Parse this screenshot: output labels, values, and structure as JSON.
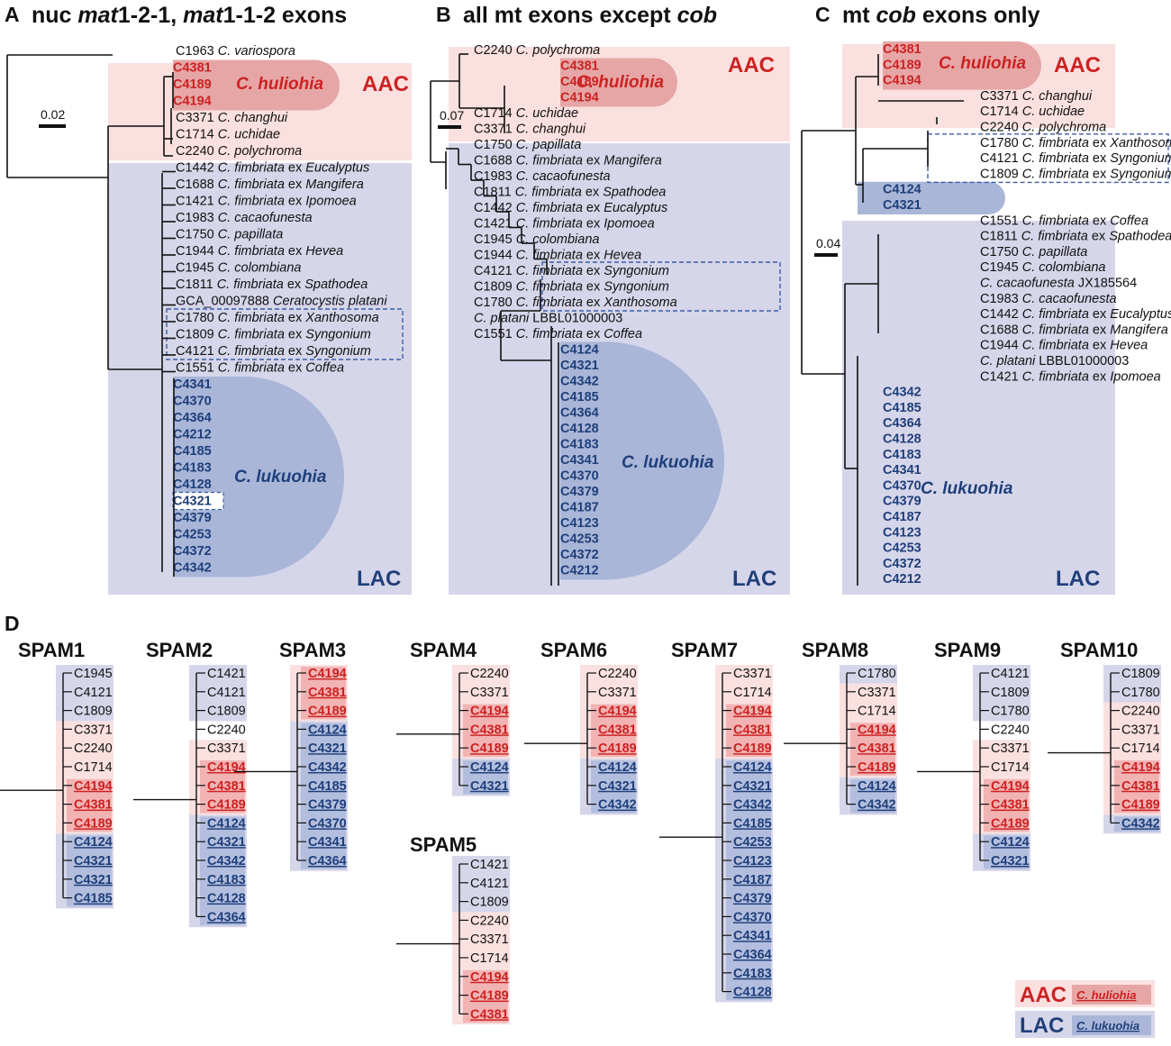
{
  "panels": [
    {
      "letter": "A",
      "title_parts": [
        {
          "t": "nuc ",
          "i": false
        },
        {
          "t": "mat",
          "i": true
        },
        {
          "t": "1-2-1, ",
          "i": false
        },
        {
          "t": "mat",
          "i": true
        },
        {
          "t": "1-1-2 exons",
          "i": false
        }
      ],
      "scale": "0.02",
      "aac": "AAC",
      "lac": "LAC",
      "huliohia": "C. huliohia",
      "lukuohia": "C. lukuohia",
      "rows": [
        {
          "id": "C1963",
          "sp": "C. variospora"
        },
        {
          "id": "C4381",
          "c": "red"
        },
        {
          "id": "C4189",
          "c": "red"
        },
        {
          "id": "C4194",
          "c": "red"
        },
        {
          "id": "C3371",
          "sp": "C. changhui"
        },
        {
          "id": "C1714",
          "sp": "C. uchidae"
        },
        {
          "id": "C2240",
          "sp": "C. polychroma"
        },
        {
          "id": "C1442",
          "sp": "C. fimbriata",
          "ex": "Eucalyptus"
        },
        {
          "id": "C1688",
          "sp": "C. fimbriata",
          "ex": "Mangifera"
        },
        {
          "id": "C1421",
          "sp": "C. fimbriata",
          "ex": "Ipomoea"
        },
        {
          "id": "C1983",
          "sp": "C. cacaofunesta"
        },
        {
          "id": "C1750",
          "sp": "C. papillata"
        },
        {
          "id": "C1944",
          "sp": "C. fimbriata",
          "ex": "Hevea"
        },
        {
          "id": "C1945",
          "sp": "C. colombiana"
        },
        {
          "id": "C1811",
          "sp": "C. fimbriata",
          "ex": "Spathodea"
        },
        {
          "id": "GCA_00097888",
          "sp": "Ceratocystis platani"
        },
        {
          "id": "C1780",
          "sp": "C. fimbriata",
          "ex": "Xanthosoma"
        },
        {
          "id": "C1809",
          "sp": "C. fimbriata",
          "ex": "Syngonium"
        },
        {
          "id": "C4121",
          "sp": "C. fimbriata",
          "ex": "Syngonium"
        },
        {
          "id": "C1551",
          "sp": "C. fimbriata",
          "ex": "Coffea"
        },
        {
          "id": "C4341",
          "c": "blue"
        },
        {
          "id": "C4370",
          "c": "blue"
        },
        {
          "id": "C4364",
          "c": "blue"
        },
        {
          "id": "C4212",
          "c": "blue"
        },
        {
          "id": "C4185",
          "c": "blue"
        },
        {
          "id": "C4183",
          "c": "blue"
        },
        {
          "id": "C4128",
          "c": "blue"
        },
        {
          "id": "C4321",
          "c": "blue"
        },
        {
          "id": "C4379",
          "c": "blue"
        },
        {
          "id": "C4253",
          "c": "blue"
        },
        {
          "id": "C4372",
          "c": "blue"
        },
        {
          "id": "C4342",
          "c": "blue"
        }
      ]
    },
    {
      "letter": "B",
      "title_parts": [
        {
          "t": "all mt exons except ",
          "i": false
        },
        {
          "t": "cob",
          "i": true
        }
      ],
      "scale": "0.07",
      "aac": "AAC",
      "lac": "LAC",
      "huliohia": "C. huliohia",
      "lukuohia": "C. lukuohia",
      "rows": [
        {
          "id": "C2240",
          "sp": "C. polychroma"
        },
        {
          "id": "C4381",
          "c": "red"
        },
        {
          "id": "C4189",
          "c": "red"
        },
        {
          "id": "C4194",
          "c": "red"
        },
        {
          "id": "C1714",
          "sp": "C. uchidae"
        },
        {
          "id": "C3371",
          "sp": "C. changhui"
        },
        {
          "id": "C1750",
          "sp": "C. papillata"
        },
        {
          "id": "C1688",
          "sp": "C. fimbriata",
          "ex": "Mangifera"
        },
        {
          "id": "C1983",
          "sp": "C. cacaofunesta"
        },
        {
          "id": "C1811",
          "sp": "C. fimbriata",
          "ex": "Spathodea"
        },
        {
          "id": "C1442",
          "sp": "C. fimbriata",
          "ex": "Eucalyptus"
        },
        {
          "id": "C1421",
          "sp": "C. fimbriata",
          "ex": "Ipomoea"
        },
        {
          "id": "C1945",
          "sp": "C. colombiana"
        },
        {
          "id": "C1944",
          "sp": "C. fimbriata",
          "ex": "Hevea"
        },
        {
          "id": "C4121",
          "sp": "C. fimbriata",
          "ex": "Syngonium"
        },
        {
          "id": "C1809",
          "sp": "C. fimbriata",
          "ex": "Syngonium"
        },
        {
          "id": "C1780",
          "sp": "C. fimbriata",
          "ex": "Xanthosoma"
        },
        {
          "id": "",
          "sp": "C. platani",
          "tail": "LBBL01000003"
        },
        {
          "id": "C1551",
          "sp": "C. fimbriata",
          "ex": "Coffea"
        },
        {
          "id": "C4124",
          "c": "blue"
        },
        {
          "id": "C4321",
          "c": "blue"
        },
        {
          "id": "C4342",
          "c": "blue"
        },
        {
          "id": "C4185",
          "c": "blue"
        },
        {
          "id": "C4364",
          "c": "blue"
        },
        {
          "id": "C4128",
          "c": "blue"
        },
        {
          "id": "C4183",
          "c": "blue"
        },
        {
          "id": "C4341",
          "c": "blue"
        },
        {
          "id": "C4370",
          "c": "blue"
        },
        {
          "id": "C4379",
          "c": "blue"
        },
        {
          "id": "C4187",
          "c": "blue"
        },
        {
          "id": "C4123",
          "c": "blue"
        },
        {
          "id": "C4253",
          "c": "blue"
        },
        {
          "id": "C4372",
          "c": "blue"
        },
        {
          "id": "C4212",
          "c": "blue"
        }
      ]
    },
    {
      "letter": "C",
      "title_parts": [
        {
          "t": "mt ",
          "i": false
        },
        {
          "t": "cob",
          "i": true
        },
        {
          "t": " exons only",
          "i": false
        }
      ],
      "scale": "0.04",
      "aac": "AAC",
      "lac": "LAC",
      "huliohia": "C. huliohia",
      "lukuohia": "C. lukuohia",
      "rows": [
        {
          "id": "C4381",
          "c": "red"
        },
        {
          "id": "C4189",
          "c": "red"
        },
        {
          "id": "C4194",
          "c": "red"
        },
        {
          "id": "C3371",
          "sp": "C. changhui"
        },
        {
          "id": "C1714",
          "sp": "C. uchidae"
        },
        {
          "id": "C2240",
          "sp": "C. polychroma"
        },
        {
          "id": "C1780",
          "sp": "C. fimbriata",
          "ex": "Xanthosoma"
        },
        {
          "id": "C4121",
          "sp": "C. fimbriata",
          "ex": "Syngonium"
        },
        {
          "id": "C1809",
          "sp": "C. fimbriata",
          "ex": "Syngonium"
        },
        {
          "id": "C4124",
          "c": "blue"
        },
        {
          "id": "C4321",
          "c": "blue"
        },
        {
          "id": "C1551",
          "sp": "C. fimbriata",
          "ex": "Coffea"
        },
        {
          "id": "C1811",
          "sp": "C. fimbriata",
          "ex": "Spathodea"
        },
        {
          "id": "C1750",
          "sp": "C. papillata"
        },
        {
          "id": "C1945",
          "sp": "C. colombiana"
        },
        {
          "id": "",
          "sp": "C. cacaofunesta",
          "tail": "JX185564"
        },
        {
          "id": "C1983",
          "sp": "C. cacaofunesta"
        },
        {
          "id": "C1442",
          "sp": "C. fimbriata",
          "ex": "Eucalyptus"
        },
        {
          "id": "C1688",
          "sp": "C. fimbriata",
          "ex": "Mangifera"
        },
        {
          "id": "C1944",
          "sp": "C. fimbriata",
          "ex": "Hevea"
        },
        {
          "id": "",
          "sp": "C. platani",
          "tail": "LBBL01000003"
        },
        {
          "id": "C1421",
          "sp": "C. fimbriata",
          "ex": "Ipomoea"
        },
        {
          "id": "C4342",
          "c": "blue"
        },
        {
          "id": "C4185",
          "c": "blue"
        },
        {
          "id": "C4364",
          "c": "blue"
        },
        {
          "id": "C4128",
          "c": "blue"
        },
        {
          "id": "C4183",
          "c": "blue"
        },
        {
          "id": "C4341",
          "c": "blue"
        },
        {
          "id": "C4370",
          "c": "blue"
        },
        {
          "id": "C4379",
          "c": "blue"
        },
        {
          "id": "C4187",
          "c": "blue"
        },
        {
          "id": "C4123",
          "c": "blue"
        },
        {
          "id": "C4253",
          "c": "blue"
        },
        {
          "id": "C4372",
          "c": "blue"
        },
        {
          "id": "C4212",
          "c": "blue"
        }
      ]
    }
  ],
  "ex_word": "ex",
  "panel_d": {
    "letter": "D",
    "spams": [
      {
        "name": "SPAM1",
        "groups": [
          {
            "c": "blue",
            "ids": [
              "C1945",
              "C4121",
              "C1809"
            ]
          },
          {
            "c": "pink",
            "ids": [
              "C3371",
              "C2240",
              "C1714"
            ]
          },
          {
            "c": "red",
            "ids": [
              "C4194",
              "C4381",
              "C4189"
            ]
          },
          {
            "c": "blue",
            "ids": [
              "C4124",
              "C4321",
              "C4321",
              "C4185"
            ]
          }
        ]
      },
      {
        "name": "SPAM2",
        "groups": [
          {
            "c": "blue",
            "ids": [
              "C1421",
              "C4121",
              "C1809"
            ]
          },
          {
            "c": "plain",
            "ids": [
              "C2240"
            ]
          },
          {
            "c": "pink",
            "ids": [
              "C3371"
            ]
          },
          {
            "c": "red",
            "ids": [
              "C4194",
              "C4381",
              "C4189"
            ]
          },
          {
            "c": "blue",
            "ids": [
              "C4124",
              "C4321",
              "C4342",
              "C4183",
              "C4128",
              "C4364"
            ]
          }
        ]
      },
      {
        "name": "SPAM3",
        "groups": [
          {
            "c": "red",
            "ids": [
              "C4194",
              "C4381",
              "C4189"
            ]
          },
          {
            "c": "blue",
            "ids": [
              "C4124",
              "C4321",
              "C4342",
              "C4185",
              "C4379",
              "C4370",
              "C4341",
              "C4364"
            ]
          }
        ]
      },
      {
        "name": "SPAM4",
        "groups": [
          {
            "c": "pink",
            "ids": [
              "C2240",
              "C3371"
            ]
          },
          {
            "c": "red",
            "ids": [
              "C4194",
              "C4381",
              "C4189"
            ]
          },
          {
            "c": "blue",
            "ids": [
              "C4124",
              "C4321"
            ]
          }
        ]
      },
      {
        "name": "SPAM5",
        "groups": [
          {
            "c": "blue",
            "ids": [
              "C1421",
              "C4121",
              "C1809"
            ]
          },
          {
            "c": "pink",
            "ids": [
              "C2240",
              "C3371",
              "C1714"
            ]
          },
          {
            "c": "red",
            "ids": [
              "C4194",
              "C4189",
              "C4381"
            ]
          }
        ]
      },
      {
        "name": "SPAM6",
        "groups": [
          {
            "c": "pink",
            "ids": [
              "C2240",
              "C3371"
            ]
          },
          {
            "c": "red",
            "ids": [
              "C4194",
              "C4381",
              "C4189"
            ]
          },
          {
            "c": "blue",
            "ids": [
              "C4124",
              "C4321",
              "C4342"
            ]
          }
        ]
      },
      {
        "name": "SPAM7",
        "groups": [
          {
            "c": "pink",
            "ids": [
              "C3371",
              "C1714"
            ]
          },
          {
            "c": "red",
            "ids": [
              "C4194",
              "C4381",
              "C4189"
            ]
          },
          {
            "c": "blue",
            "ids": [
              "C4124",
              "C4321",
              "C4342",
              "C4185",
              "C4253",
              "C4123",
              "C4187",
              "C4379",
              "C4370",
              "C4341",
              "C4364",
              "C4183",
              "C4128"
            ]
          }
        ]
      },
      {
        "name": "SPAM8",
        "groups": [
          {
            "c": "blue",
            "ids": [
              "C1780"
            ]
          },
          {
            "c": "pink",
            "ids": [
              "C3371",
              "C1714"
            ]
          },
          {
            "c": "red",
            "ids": [
              "C4194",
              "C4381",
              "C4189"
            ]
          },
          {
            "c": "blue",
            "ids": [
              "C4124",
              "C4342"
            ]
          }
        ]
      },
      {
        "name": "SPAM9",
        "groups": [
          {
            "c": "blue",
            "ids": [
              "C4121",
              "C1809",
              "C1780"
            ]
          },
          {
            "c": "plain",
            "ids": [
              "C2240"
            ]
          },
          {
            "c": "pink",
            "ids": [
              "C3371",
              "C1714"
            ]
          },
          {
            "c": "red",
            "ids": [
              "C4194",
              "C4381",
              "C4189"
            ]
          },
          {
            "c": "blue",
            "ids": [
              "C4124",
              "C4321"
            ]
          }
        ]
      },
      {
        "name": "SPAM10",
        "groups": [
          {
            "c": "blue",
            "ids": [
              "C1809",
              "C1780"
            ]
          },
          {
            "c": "pink",
            "ids": [
              "C2240",
              "C3371",
              "C1714"
            ]
          },
          {
            "c": "red",
            "ids": [
              "C4194",
              "C4381",
              "C4189"
            ]
          },
          {
            "c": "blue",
            "ids": [
              "C4342"
            ]
          }
        ]
      }
    ]
  },
  "legend": {
    "aac": "AAC",
    "aac_name": "C. huliohia",
    "lac": "LAC",
    "lac_name": "C. lukuohia"
  },
  "colors": {
    "aac_bg": "#fbe0e0",
    "lac_bg": "#d6d6ea",
    "red_text": "#cc2222",
    "blue_text": "#1f3f7a",
    "hul_pill": "#e6a6a6",
    "luk_pill": "#a9b6d8",
    "red_box": "#f2b3b3",
    "blue_box": "#b3bede",
    "pink_box": "#fad9d9"
  }
}
